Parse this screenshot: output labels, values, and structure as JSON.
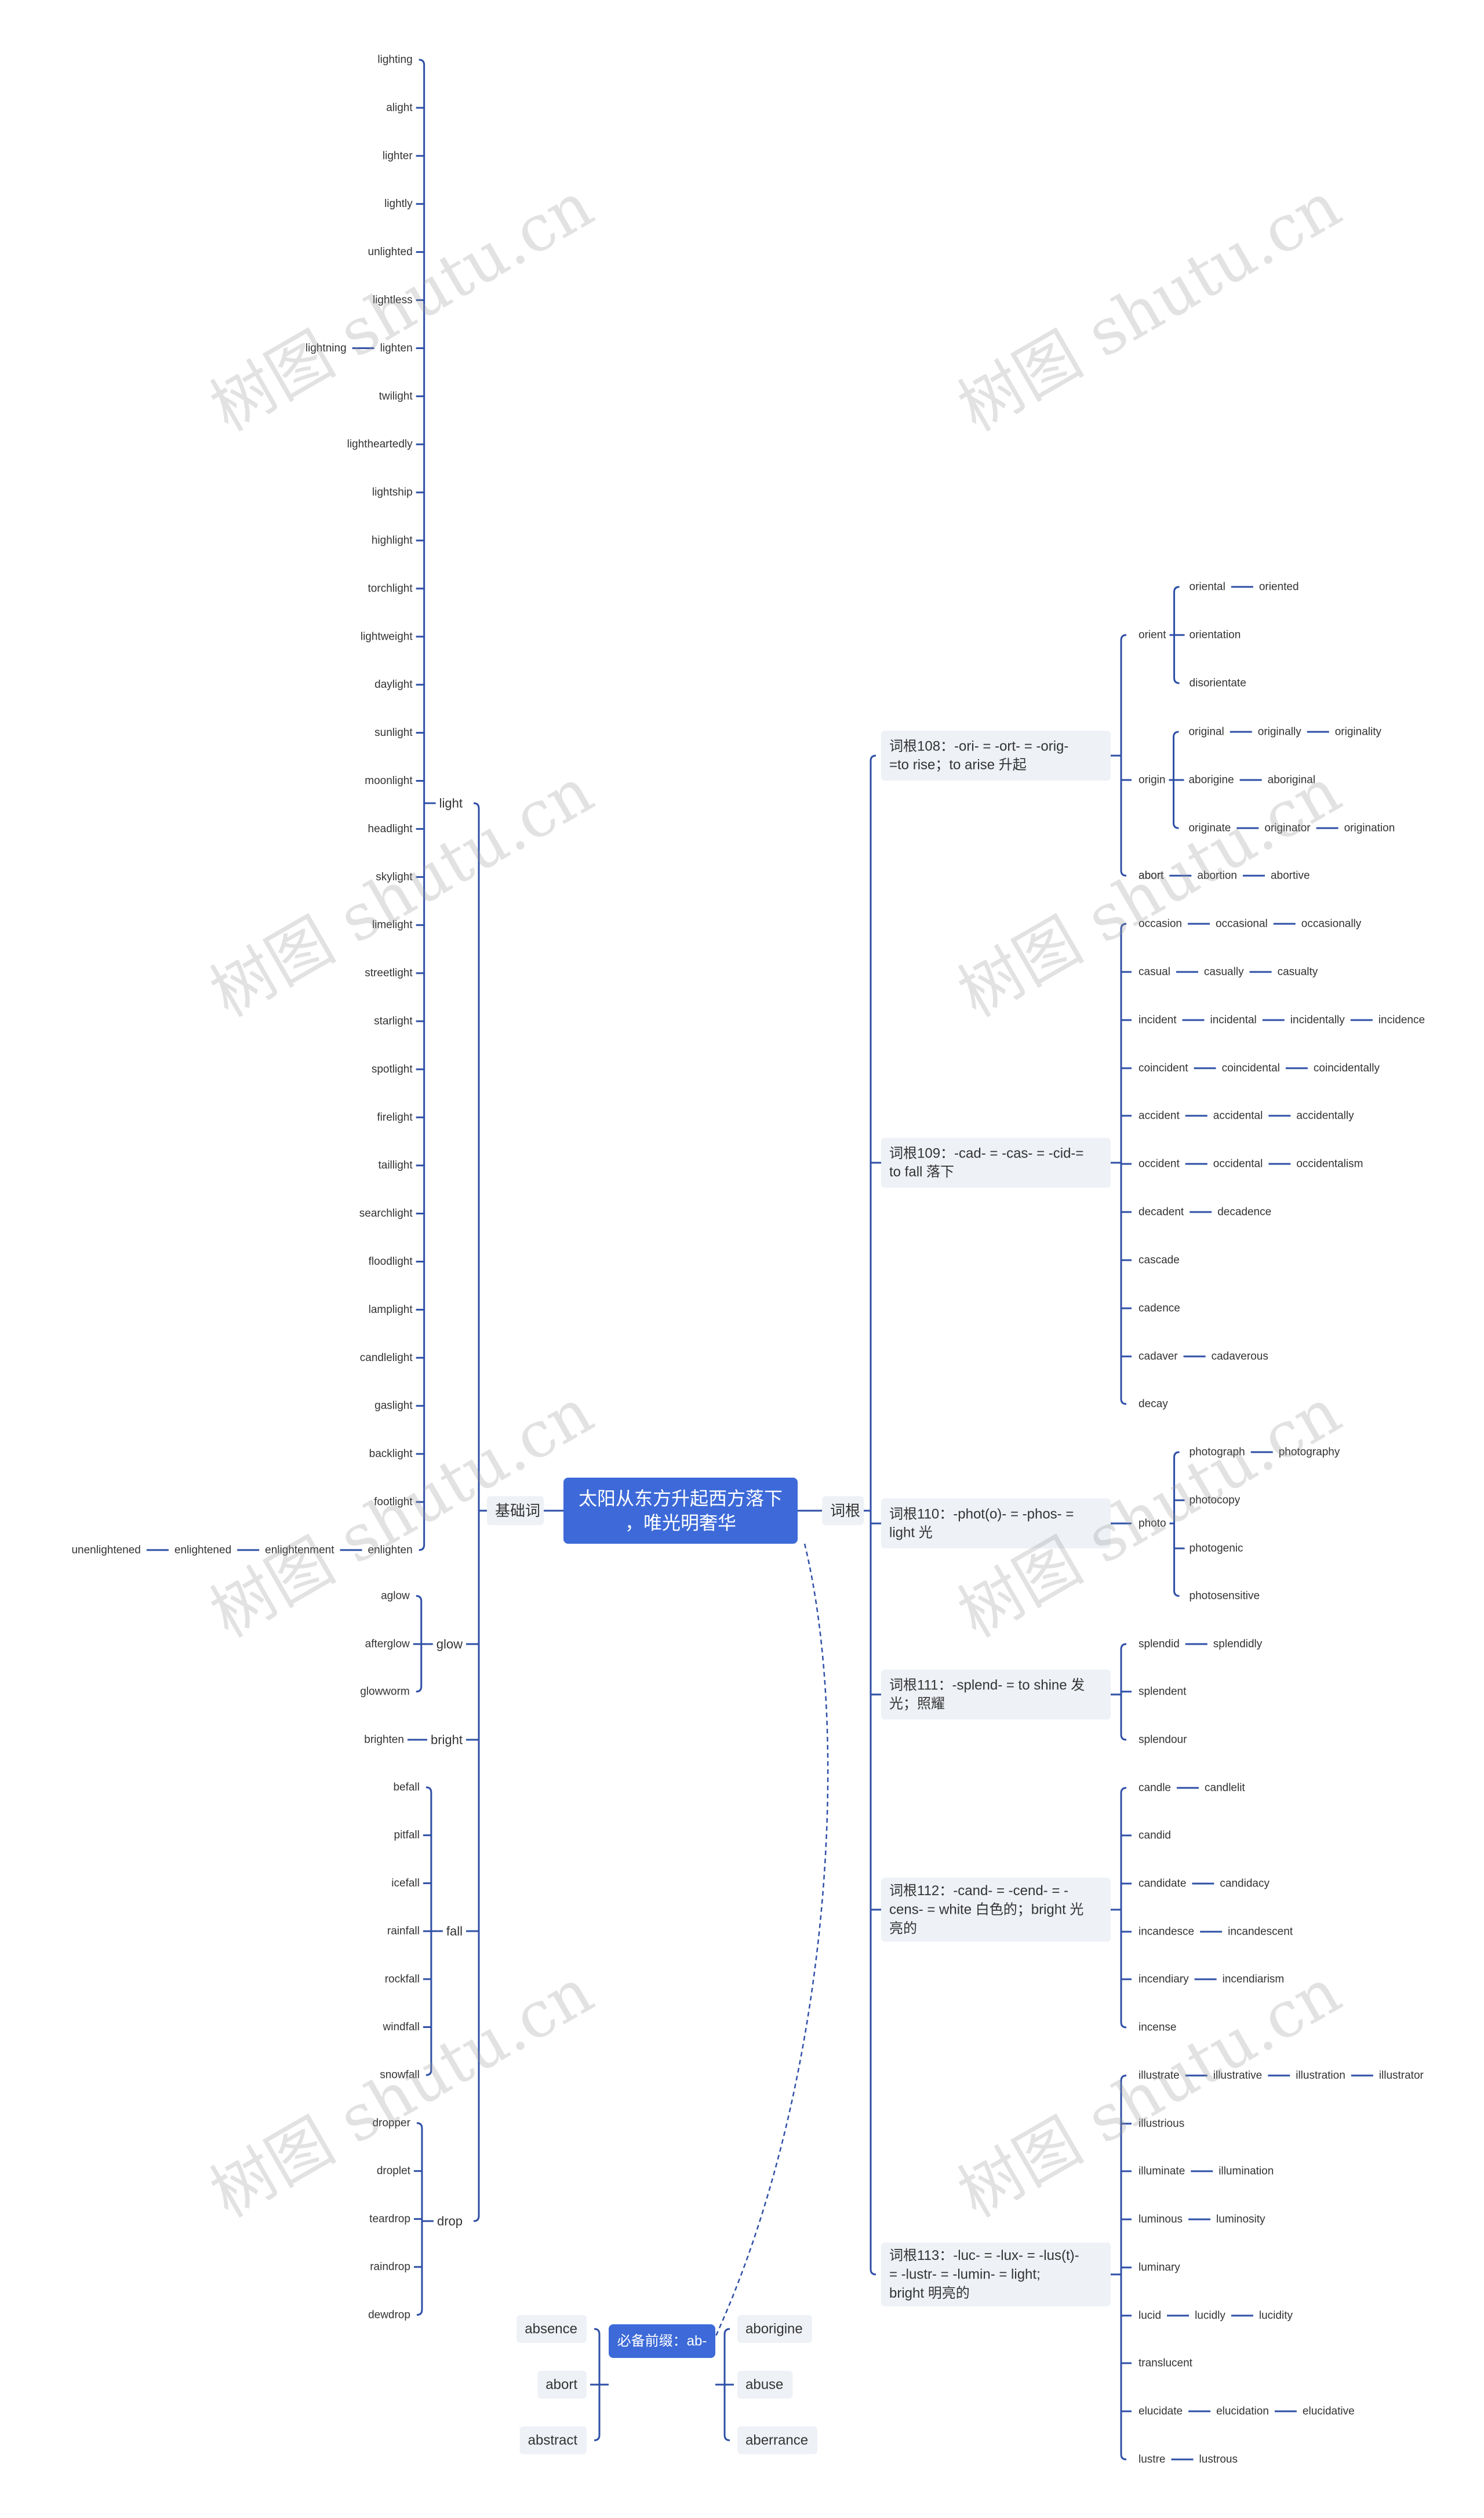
{
  "watermark": "树图 shutu.cn",
  "colors": {
    "line": "#2e4fa6",
    "root_bg": "#3d6ad8",
    "node_bg": "#eef1f6",
    "text": "#333333",
    "white": "#ffffff"
  },
  "root": "太阳从东方升起西方落下，唯光明奢华",
  "root_lines": [
    "太阳从东方升起西方落下",
    "，唯光明奢华"
  ],
  "left_branch": {
    "label": "基础词",
    "groups": [
      {
        "label": "light",
        "children": [
          "lighting",
          "alight",
          "lighter",
          "lightly",
          "unlighted",
          "lightless",
          "lighten",
          "twilight",
          "lightheartedly",
          "lightship",
          "highlight",
          "torchlight",
          "lightweight",
          "daylight",
          "sunlight",
          "moonlight",
          "headlight",
          "skylight",
          "limelight",
          "streetlight",
          "starlight",
          "spotlight",
          "firelight",
          "taillight",
          "searchlight",
          "floodlight",
          "lamplight",
          "candlelight",
          "gaslight",
          "backlight",
          "footlight",
          "enlighten"
        ],
        "extras": {
          "lighten": [
            "lightning"
          ],
          "enlighten": [
            "enlightenment",
            "enlightened",
            "unenlightened"
          ]
        }
      },
      {
        "label": "glow",
        "children": [
          "aglow",
          "afterglow",
          "glowworm"
        ]
      },
      {
        "label": "bright",
        "children": [
          "brighten"
        ]
      },
      {
        "label": "fall",
        "children": [
          "befall",
          "pitfall",
          "icefall",
          "rainfall",
          "rockfall",
          "windfall",
          "snowfall"
        ]
      },
      {
        "label": "drop",
        "children": [
          "dropper",
          "droplet",
          "teardrop",
          "raindrop",
          "dewdrop"
        ]
      }
    ]
  },
  "right_branch": {
    "label": "词根",
    "roots": [
      {
        "label": "词根108：-ori- = -ort- = -orig- =to rise；to arise 升起",
        "lines": [
          "词根108：-ori- = -ort- = -orig-",
          "=to rise；to arise 升起"
        ],
        "items": [
          {
            "word": "orient",
            "children": [
              [
                "oriental",
                "oriented"
              ],
              [
                "orientation"
              ],
              [
                "disorientate"
              ]
            ]
          },
          {
            "word": "origin",
            "children": [
              [
                "original",
                "originally",
                "originality"
              ],
              [
                "aborigine",
                "aboriginal"
              ],
              [
                "originate",
                "originator",
                "origination"
              ]
            ]
          },
          {
            "word": "abort",
            "chain": [
              "abortion",
              "abortive"
            ]
          }
        ]
      },
      {
        "label": "词根109：-cad- = -cas- = -cid-=to fall 落下",
        "lines": [
          "词根109：-cad- = -cas- = -cid-=",
          "to fall 落下"
        ],
        "items": [
          [
            "occasion",
            "occasional",
            "occasionally"
          ],
          [
            "casual",
            "casually",
            "casualty"
          ],
          [
            "incident",
            "incidental",
            "incidentally",
            "incidence"
          ],
          [
            "coincident",
            "coincidental",
            "coincidentally"
          ],
          [
            "accident",
            "accidental",
            "accidentally"
          ],
          [
            "occident",
            "occidental",
            "occidentalism"
          ],
          [
            "decadent",
            "decadence"
          ],
          [
            "cascade"
          ],
          [
            "cadence"
          ],
          [
            "cadaver",
            "cadaverous"
          ],
          [
            "decay"
          ]
        ]
      },
      {
        "label": "词根110：-phot(o)- = -phos- = light 光",
        "lines": [
          "词根110：-phot(o)- = -phos- =",
          "light 光"
        ],
        "items": [
          {
            "word": "photo",
            "children": [
              [
                "photograph",
                "photography"
              ],
              [
                "photocopy"
              ],
              [
                "photogenic"
              ],
              [
                "photosensitive"
              ]
            ]
          }
        ]
      },
      {
        "label": "词根111：-splend- = to shine 发光；照耀",
        "lines": [
          "词根111：-splend- = to shine 发",
          "光；照耀"
        ],
        "items": [
          [
            "splendid",
            "splendidly"
          ],
          [
            "splendent"
          ],
          [
            "splendour"
          ]
        ]
      },
      {
        "label": "词根112：-cand- = -cend- = -cens- = white 白色的；bright 光亮的",
        "lines": [
          "词根112：-cand- = -cend- = -",
          "cens- = white 白色的；bright 光",
          "亮的"
        ],
        "items": [
          [
            "candle",
            "candlelit"
          ],
          [
            "candid"
          ],
          [
            "candidate",
            "candidacy"
          ],
          [
            "incandesce",
            "incandescent"
          ],
          [
            "incendiary",
            "incendiarism"
          ],
          [
            "incense"
          ]
        ]
      },
      {
        "label": "词根113：-luc- = -lux- = -lus(t)- = -lustr- = -lumin- = light; bright 明亮的",
        "lines": [
          "词根113：-luc- = -lux- = -lus(t)-",
          "= -lustr- = -lumin- = light;",
          "bright 明亮的"
        ],
        "items": [
          [
            "illustrate",
            "illustrative",
            "illustration",
            "illustrator"
          ],
          [
            "illustrious"
          ],
          [
            "illuminate",
            "illumination"
          ],
          [
            "luminous",
            "luminosity"
          ],
          [
            "luminary"
          ],
          [
            "lucid",
            "lucidly",
            "lucidity"
          ],
          [
            "translucent"
          ],
          [
            "elucidate",
            "elucidation",
            "elucidative"
          ],
          [
            "lustre",
            "lustrous"
          ]
        ]
      }
    ]
  },
  "prefix_topic": {
    "label": "必备前缀：ab-",
    "left": [
      "absence",
      "abort",
      "abstract"
    ],
    "right": [
      "aborigine",
      "abuse",
      "aberrance"
    ]
  }
}
